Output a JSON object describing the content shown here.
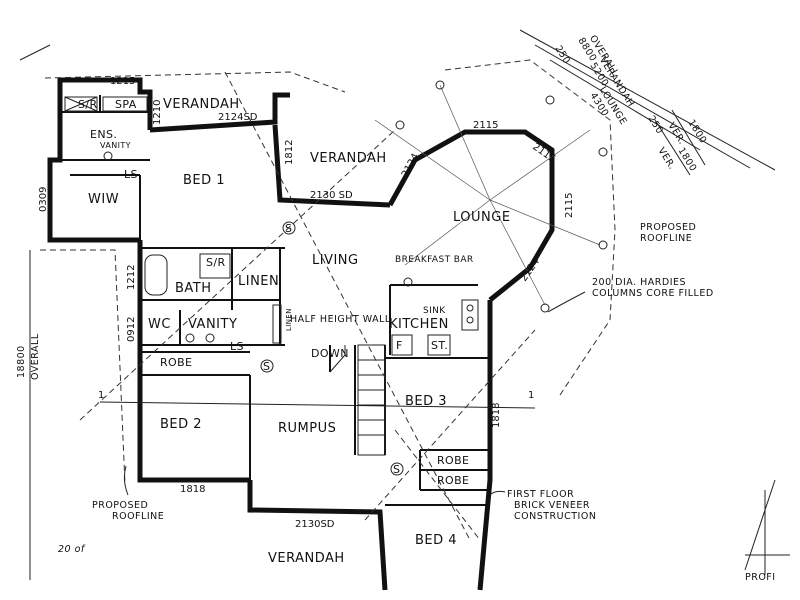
{
  "rooms": {
    "verandah_top": "VERANDAH",
    "verandah_mid": "VERANDAH",
    "verandah_bottom": "VERANDAH",
    "spa": "SPA",
    "ens": "ENS.",
    "vanity_ens": "VANITY",
    "wiw": "WIW",
    "bed1": "BED 1",
    "living": "LIVING",
    "lounge": "LOUNGE",
    "breakfast_bar": "BREAKFAST BAR",
    "bath": "BATH",
    "linen": "LINEN",
    "wc": "WC",
    "vanity": "VANITY",
    "robe_left": "ROBE",
    "kitchen": "KITCHEN",
    "sink": "SINK",
    "bed2": "BED 2",
    "rumpus": "RUMPUS",
    "bed3": "BED 3",
    "robe_r1": "ROBE",
    "robe_r2": "ROBE",
    "bed4": "BED 4",
    "half_height_wall": "HALF HEIGHT WALL",
    "down": "DOWN"
  },
  "fixtures": {
    "shower_ens": "S/R",
    "shower_bath": "S/R",
    "ls_ens": "LS",
    "ls_wc": "LS",
    "fridge": "F",
    "stove": "ST.",
    "linen_small": "LINEN",
    "smoke_1": "S",
    "smoke_2": "S",
    "smoke_3": "S"
  },
  "dimensions": {
    "d1215": "1215",
    "d1210": "1210",
    "d2124sd": "2124SD",
    "d1812": "1812",
    "d2130sd_top": "2130 SD",
    "d2115_top": "2115",
    "d2124_left": "2124",
    "d2115_right_top": "2115",
    "d2115_right": "2115",
    "d2124_bottom": "2124",
    "d0309": "0309",
    "d1212": "1212",
    "d0912": "0912",
    "d1818_bottom": "1818",
    "d2130sd_bottom": "2130SD",
    "d1818_right": "1818",
    "section_left": "1",
    "section_right": "1"
  },
  "overall": {
    "left_value": "18800",
    "left_label": "OVERALL",
    "ov_8800": "8800",
    "ov_overall": "OVERALL",
    "ov_5200": "5200",
    "ov_verandah": "VERANDAH",
    "ov_4300": "4300",
    "ov_lounge": "LOUNGE",
    "ov_250a": "250",
    "ov_250b": "250",
    "ov_1800a": "1800",
    "ov_1800b": "1800",
    "ov_ver_a": "VER.",
    "ov_ver_b": "VER."
  },
  "notes": {
    "roofline_right_1": "PROPOSED",
    "roofline_right_2": "ROOFLINE",
    "columns_1": "200 DIA. HARDIES",
    "columns_2": "COLUMNS CORE FILLED",
    "roofline_left_1": "PROPOSED",
    "roofline_left_2": "ROOFLINE",
    "first_floor_1": "FIRST FLOOR",
    "first_floor_2": "BRICK VENEER",
    "first_floor_3": "CONSTRUCTION",
    "scribble": "20 of",
    "profile": "PROFI"
  }
}
